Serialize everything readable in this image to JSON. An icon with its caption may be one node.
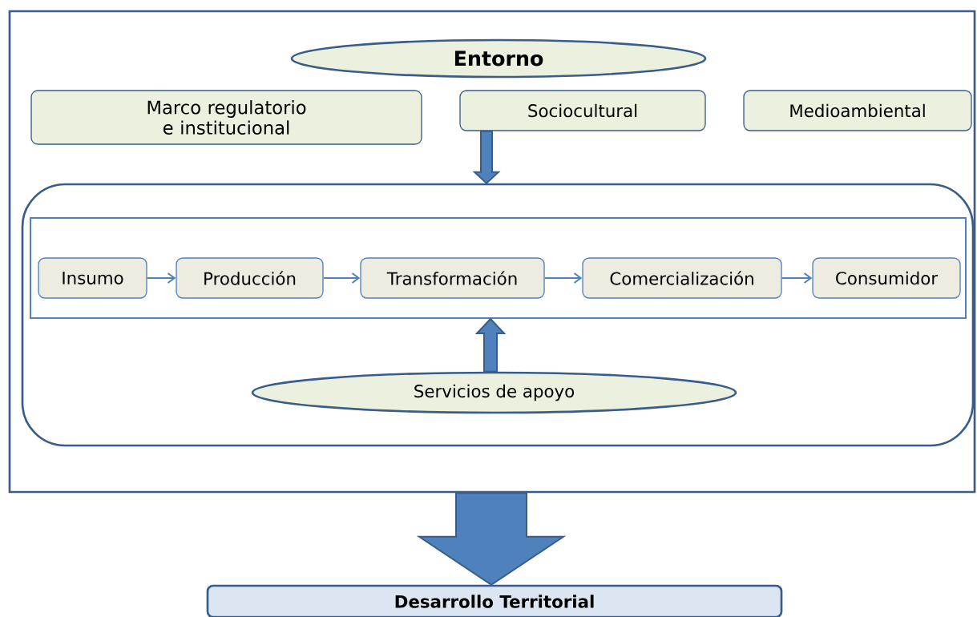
{
  "diagram": {
    "nodes": [
      {
        "text": [],
        "shape": "box"
      },
      {
        "text": [
          "Entorno"
        ],
        "in": 0
      },
      {
        "text": [
          "Marco regulatorio e institucional"
        ],
        "in": 0
      },
      {
        "text": [
          "Sociocultural"
        ],
        "in": 0
      },
      {
        "text": [
          "Medioambiental"
        ],
        "in": 0
      },
      {
        "text": [],
        "shape": "box",
        "in": 0
      },
      {
        "text": [],
        "shape": "box",
        "in": 5
      },
      {
        "text": [
          "Insumo"
        ],
        "in": 6
      },
      {
        "text": [
          "Producción"
        ],
        "in": 6
      },
      {
        "text": [
          "Transformación"
        ],
        "in": 6
      },
      {
        "text": [
          "Comercialización"
        ],
        "in": 6
      },
      {
        "text": [
          "Consumidor"
        ],
        "in": 6
      },
      {
        "text": [
          "Servicios de apoyo"
        ],
        "in": 5
      },
      {
        "text": [
          "Desarrollo Territorial"
        ]
      }
    ],
    "edges": [
      {
        "from": 3,
        "to": 5,
        "arrow": "to",
        "style": "thick"
      },
      {
        "from": 7,
        "to": 8,
        "arrow": "to"
      },
      {
        "from": 8,
        "to": 9,
        "arrow": "to"
      },
      {
        "from": 9,
        "to": 10,
        "arrow": "to"
      },
      {
        "from": 10,
        "to": 11,
        "arrow": "to"
      },
      {
        "from": 12,
        "to": 6,
        "arrow": "to",
        "style": "thick"
      },
      {
        "from": 0,
        "to": 13,
        "arrow": "to",
        "style": "thick"
      }
    ]
  }
}
